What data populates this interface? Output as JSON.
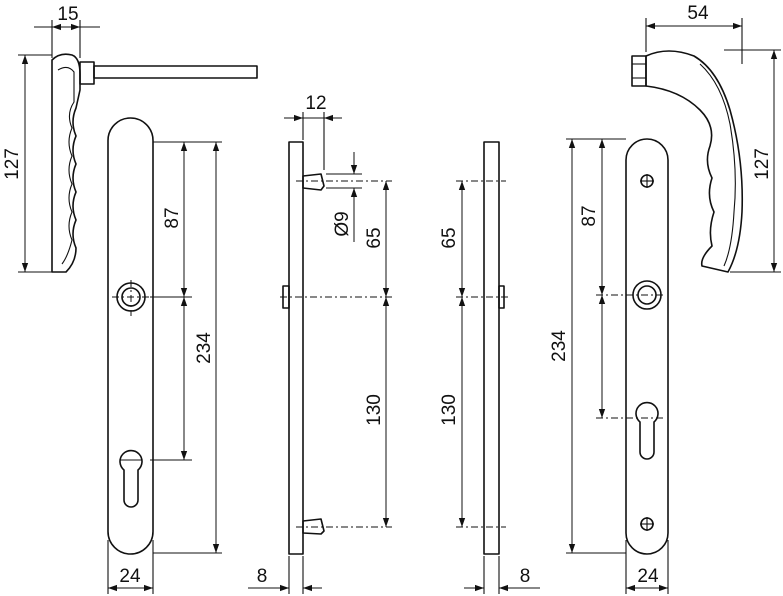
{
  "dimensions": {
    "handle_front_width": "15",
    "handle_side_width": "54",
    "handle_height_left": "127",
    "handle_height_right": "127",
    "spindle_offset": "12",
    "plate_length_left": "234",
    "plate_length_right": "234",
    "upper_distance_left": "87",
    "upper_distance_right": "87",
    "centre_distance_left": "65",
    "centre_distance_right": "65",
    "fixing_distance_left": "130",
    "fixing_distance_right": "130",
    "stud_diameter": "Ø9",
    "plate_width_left": "24",
    "plate_width_right": "24",
    "plate_thickness_left": "8",
    "plate_thickness_right": "8"
  }
}
